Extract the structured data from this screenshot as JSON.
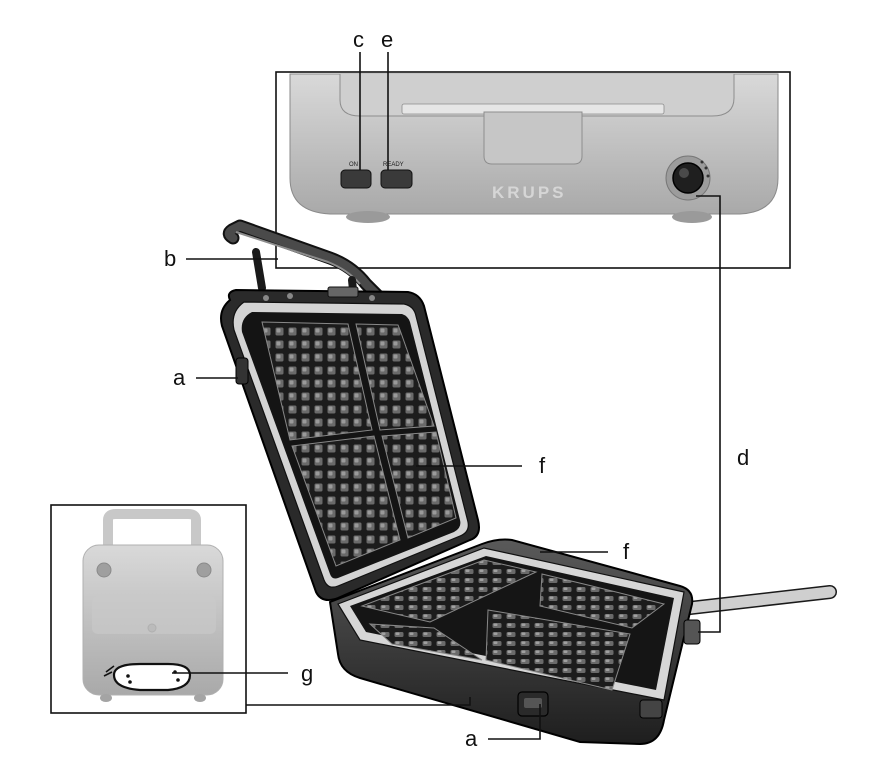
{
  "callouts": {
    "a": "a",
    "b": "b",
    "c": "c",
    "d": "d",
    "e": "e",
    "f": "f",
    "g": "g"
  },
  "panel_labels": {
    "on": "ON",
    "ready": "READY"
  },
  "brand_text": "KRUPS",
  "colors": {
    "body_grey": "#b9b9b9",
    "body_light": "#d2d2d2",
    "plate_dark": "#2b2b2b",
    "plate_mid": "#4a4a4a",
    "outline": "#111111",
    "cord": "#cfcfcf"
  }
}
